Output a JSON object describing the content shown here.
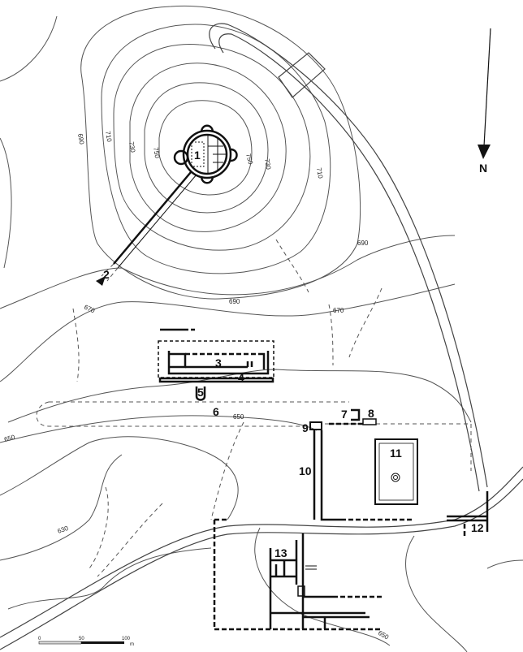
{
  "map": {
    "north_label": "N",
    "site_numbers": [
      "1",
      "2",
      "3",
      "4",
      "5",
      "6",
      "7",
      "8",
      "9",
      "10",
      "11",
      "12",
      "13"
    ],
    "contour_labels": {
      "c690a": "690",
      "c710a": "710",
      "c730a": "730",
      "c750a": "750",
      "c750b": "750",
      "c730b": "730",
      "c710b": "710",
      "c690b": "690",
      "c690c": "690",
      "c670a": "670",
      "c670b": "670",
      "c650a": "650",
      "c650b": "650",
      "c650c": "650",
      "c630": "630"
    },
    "scale": {
      "zero": "0",
      "mid": "50",
      "max": "100",
      "unit": "m"
    }
  }
}
